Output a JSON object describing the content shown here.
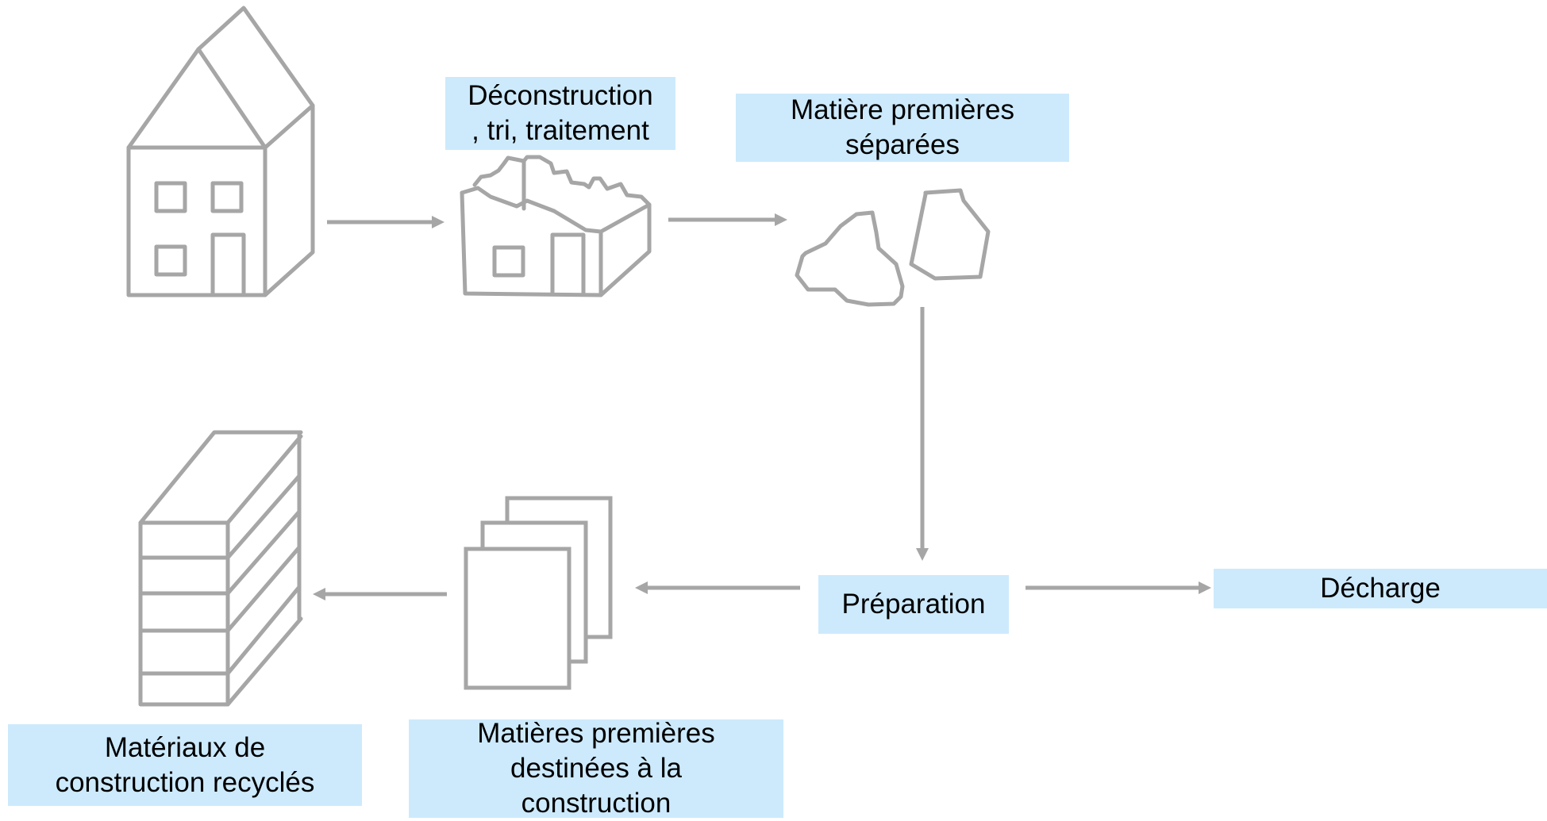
{
  "labels": {
    "deconstruction": "Déconstruction\n, tri, traitement",
    "separated": "Matière premières\nséparées",
    "preparation": "Préparation",
    "landfill": "Décharge",
    "construction_raw": "Matières premières\ndestinées à la\nconstruction",
    "recycled": "Matériaux de\nconstruction recyclés"
  },
  "icons": [
    "house-icon",
    "demolished-house-icon",
    "separated-materials-icon",
    "stacked-sheets-icon",
    "recycled-materials-stack-icon"
  ],
  "colors": {
    "label_bg": "#cdeafd",
    "stroke": "#a6a6a6"
  }
}
